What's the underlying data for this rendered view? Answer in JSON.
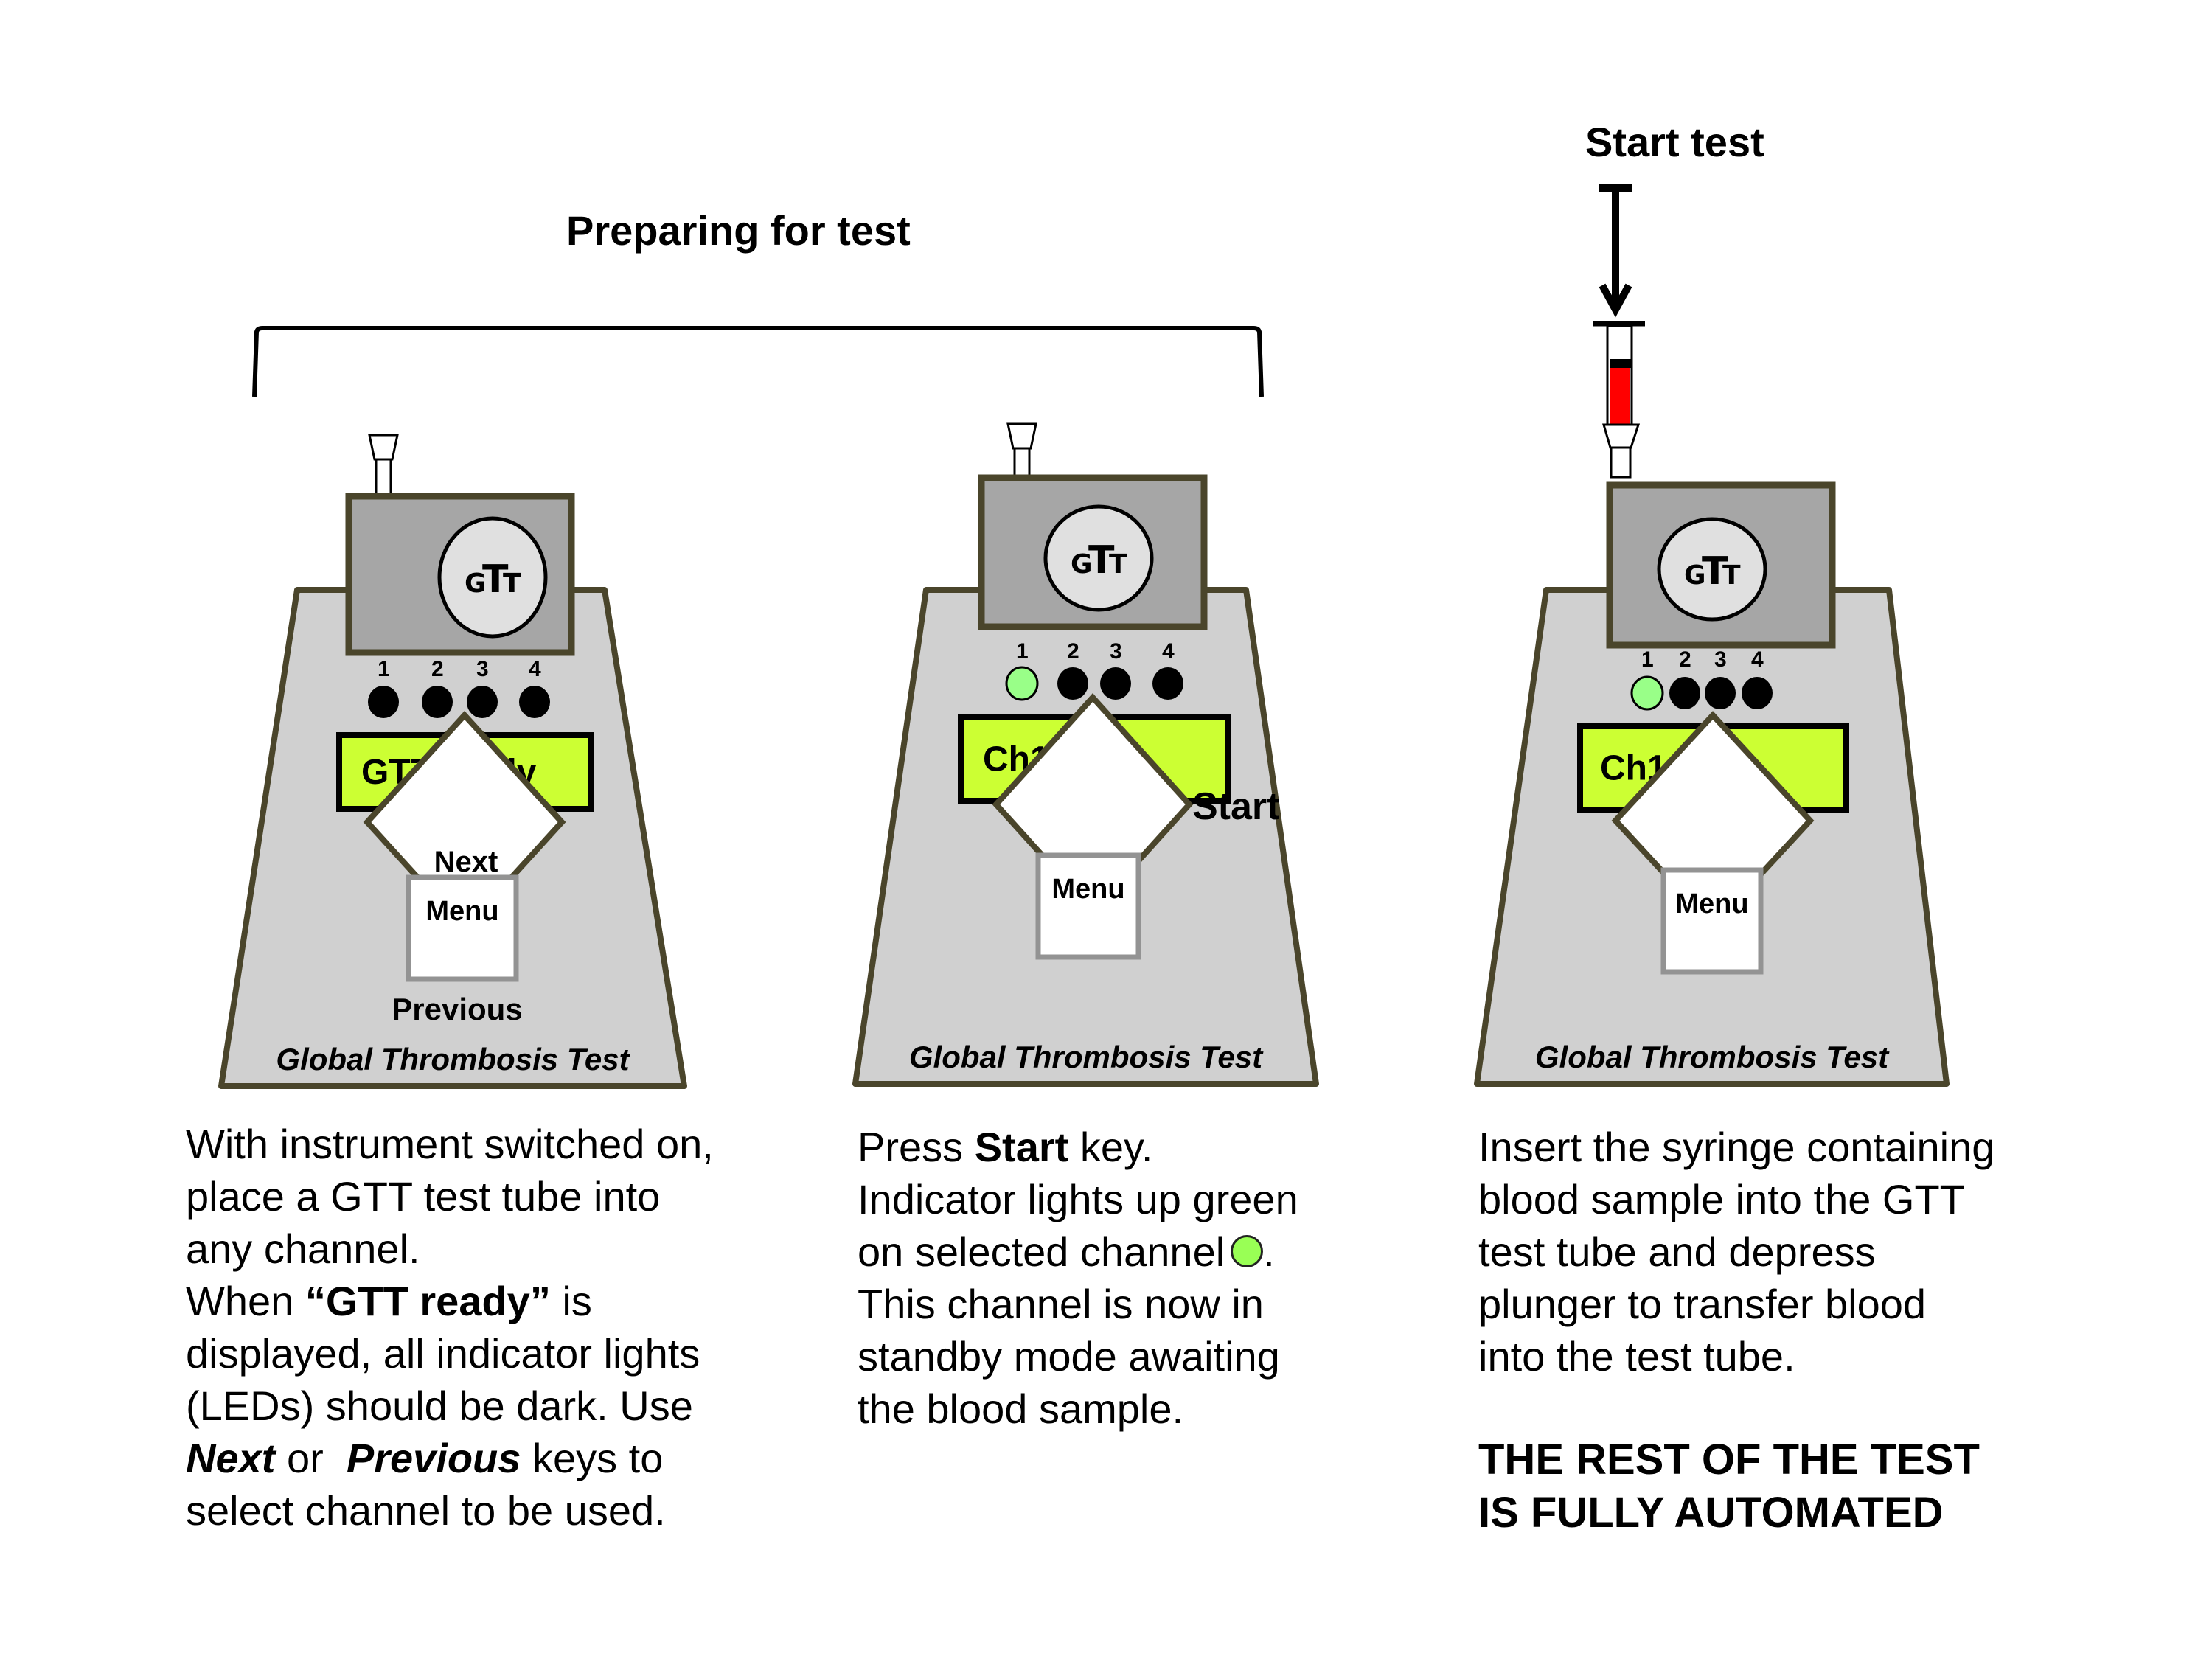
{
  "headings": {
    "preparing": "Preparing for test",
    "start_test": "Start test"
  },
  "devices": [
    {
      "logo": {
        "g": "G",
        "t1": "T",
        "t2": "T"
      },
      "channels": [
        "1",
        "2",
        "3",
        "4"
      ],
      "leds": [
        "off",
        "off",
        "off",
        "off"
      ],
      "display_text": "GTT ready",
      "menu_label": "Menu",
      "next_label": "Next",
      "previous_label": "Previous",
      "start_label": "",
      "brand": "Global Thrombosis Test"
    },
    {
      "logo": {
        "g": "G",
        "t1": "T",
        "t2": "T"
      },
      "channels": [
        "1",
        "2",
        "3",
        "4"
      ],
      "leds": [
        "green",
        "off",
        "off",
        "off"
      ],
      "display_text": "Ch1",
      "menu_label": "Menu",
      "next_label": "",
      "previous_label": "",
      "start_label": "Start",
      "brand": "Global Thrombosis Test"
    },
    {
      "logo": {
        "g": "G",
        "t1": "T",
        "t2": "T"
      },
      "channels": [
        "1",
        "2",
        "3",
        "4"
      ],
      "leds": [
        "green",
        "off",
        "off",
        "off"
      ],
      "display_text": "Ch1",
      "menu_label": "Menu",
      "next_label": "",
      "previous_label": "",
      "start_label": "",
      "brand": "Global Thrombosis Test"
    }
  ],
  "colors": {
    "outline": "#4a452b",
    "body": "#d0d0d0",
    "holder": "#a6a6a6",
    "logo_circle": "#e0e0e0",
    "display": "#ccff33",
    "led_off": "#000000",
    "led_green": "#99ff88",
    "menu_border": "#939393",
    "blood": "#ff0000"
  },
  "captions": {
    "step1": {
      "line1": "With instrument switched on,",
      "line2": "place a GTT test tube into",
      "line3": "any channel.",
      "line4_pre": "When ",
      "line4_bold": "“GTT ready”",
      "line4_post": " is",
      "line5": "displayed, all indicator lights",
      "line6": "(LEDs) should be dark. Use",
      "line7_italic1": "Next",
      "line7_mid": " or  ",
      "line7_italic2": "Previous",
      "line7_post": " keys to",
      "line8": "select channel to be used."
    },
    "step2": {
      "line1_pre": "Press ",
      "line1_bold": "Start",
      "line1_post": " key.",
      "line2": "Indicator lights up green",
      "line3_pre": "on selected channel",
      "line3_post": ".",
      "line4": "This channel is now in",
      "line5": "standby mode awaiting",
      "line6": "the blood sample."
    },
    "step3": {
      "line1": "Insert the syringe containing",
      "line2": "blood sample into the GTT",
      "line3": "test tube and depress",
      "line4": "plunger to transfer blood",
      "line5": "into the test tube.",
      "automated1": "THE REST OF THE TEST",
      "automated2": "IS FULLY AUTOMATED"
    }
  }
}
